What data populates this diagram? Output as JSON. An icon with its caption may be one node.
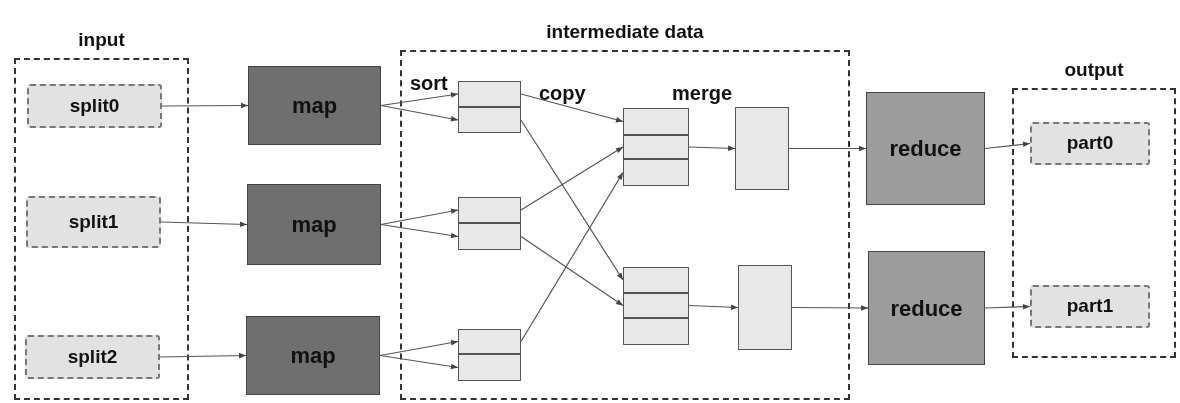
{
  "diagram": {
    "nodes": [
      {
        "text": [
          "input"
        ]
      },
      {
        "text": [
          "split0"
        ],
        "in": 0
      },
      {
        "text": [
          "split1"
        ],
        "in": 0
      },
      {
        "text": [
          "split2"
        ],
        "in": 0
      },
      {
        "text": [
          "map"
        ]
      },
      {
        "text": [
          "map"
        ]
      },
      {
        "text": [
          "map"
        ]
      },
      {
        "text": [
          "intermediate data"
        ]
      },
      {
        "text": [],
        "shape": "box",
        "in": 7
      },
      {
        "text": [],
        "shape": "box",
        "in": 7
      },
      {
        "text": [],
        "shape": "box",
        "in": 7
      },
      {
        "text": [],
        "shape": "box",
        "in": 7
      },
      {
        "text": [],
        "shape": "box",
        "in": 7
      },
      {
        "text": [],
        "shape": "box",
        "in": 7
      },
      {
        "text": [],
        "shape": "box",
        "in": 7
      },
      {
        "text": [],
        "shape": "box",
        "in": 7
      },
      {
        "text": [],
        "shape": "box",
        "in": 7
      },
      {
        "text": [],
        "shape": "box",
        "in": 7
      },
      {
        "text": [],
        "shape": "box",
        "in": 7
      },
      {
        "text": [],
        "shape": "box",
        "in": 7
      },
      {
        "text": [],
        "shape": "box",
        "in": 7
      },
      {
        "text": [],
        "shape": "box",
        "in": 7
      },
      {
        "text": [
          "reduce"
        ]
      },
      {
        "text": [
          "reduce"
        ]
      },
      {
        "text": [
          "output"
        ]
      },
      {
        "text": [
          "part0"
        ],
        "in": 24
      },
      {
        "text": [
          "part1"
        ],
        "in": 24
      }
    ],
    "edges": [
      {
        "from": 1,
        "to": 4,
        "arrow": "to"
      },
      {
        "from": 2,
        "to": 5,
        "arrow": "to"
      },
      {
        "from": 3,
        "to": 6,
        "arrow": "to"
      },
      {
        "from": 4,
        "to": 8,
        "arrow": "to"
      },
      {
        "from": 4,
        "to": 9,
        "arrow": "to"
      },
      {
        "from": 5,
        "to": 10,
        "arrow": "to"
      },
      {
        "from": 5,
        "to": 11,
        "arrow": "to"
      },
      {
        "from": 6,
        "to": 12,
        "arrow": "to"
      },
      {
        "from": 6,
        "to": 13,
        "arrow": "to"
      },
      {
        "from": 8,
        "to": 14,
        "arrow": "to"
      },
      {
        "from": 9,
        "to": 17,
        "arrow": "to"
      },
      {
        "from": 10,
        "to": 15,
        "arrow": "to"
      },
      {
        "from": 11,
        "to": 18,
        "arrow": "to"
      },
      {
        "from": 12,
        "to": 16,
        "arrow": "to"
      },
      {
        "from": 15,
        "to": 20,
        "arrow": "to"
      },
      {
        "from": 18,
        "to": 21,
        "arrow": "to"
      },
      {
        "from": 20,
        "to": 22,
        "arrow": "to"
      },
      {
        "from": 21,
        "to": 23,
        "arrow": "to"
      },
      {
        "from": 22,
        "to": 25,
        "arrow": "to"
      },
      {
        "from": 23,
        "to": 26,
        "arrow": "to"
      }
    ],
    "labels": [
      "sort",
      "copy",
      "merge"
    ]
  }
}
